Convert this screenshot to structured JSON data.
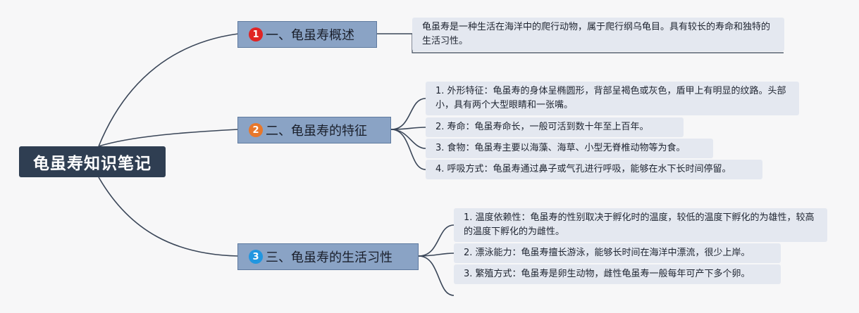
{
  "root": {
    "title": "龟虽寿知识笔记"
  },
  "branches": [
    {
      "number": "1",
      "label": "一、龟虽寿概述",
      "color": "#e02424",
      "leaves": [
        {
          "text": "龟虽寿是一种生活在海洋中的爬行动物，属于爬行纲乌龟目。具有较长的寿命和独特的生活习性。"
        }
      ]
    },
    {
      "number": "2",
      "label": "二、龟虽寿的特征",
      "color": "#e8772a",
      "leaves": [
        {
          "text": "1. 外形特征：龟虽寿的身体呈椭圆形，背部呈褐色或灰色，盾甲上有明显的纹路。头部小，具有两个大型眼睛和一张嘴。"
        },
        {
          "text": "2. 寿命：龟虽寿命长，一般可活到数十年至上百年。"
        },
        {
          "text": "3. 食物：龟虽寿主要以海藻、海草、小型无脊椎动物等为食。"
        },
        {
          "text": "4. 呼吸方式：龟虽寿通过鼻子或气孔进行呼吸，能够在水下长时间停留。"
        }
      ]
    },
    {
      "number": "3",
      "label": "三、龟虽寿的生活习性",
      "color": "#2196e0",
      "leaves": [
        {
          "text": "1. 温度依赖性：龟虽寿的性别取决于孵化时的温度，较低的温度下孵化的为雄性，较高的温度下孵化的为雌性。"
        },
        {
          "text": "2. 漂泳能力：龟虽寿擅长游泳，能够长时间在海洋中漂流，很少上岸。"
        },
        {
          "text": "3. 繁殖方式：龟虽寿是卵生动物，雌性龟虽寿一般每年可产下多个卵。"
        }
      ]
    }
  ]
}
